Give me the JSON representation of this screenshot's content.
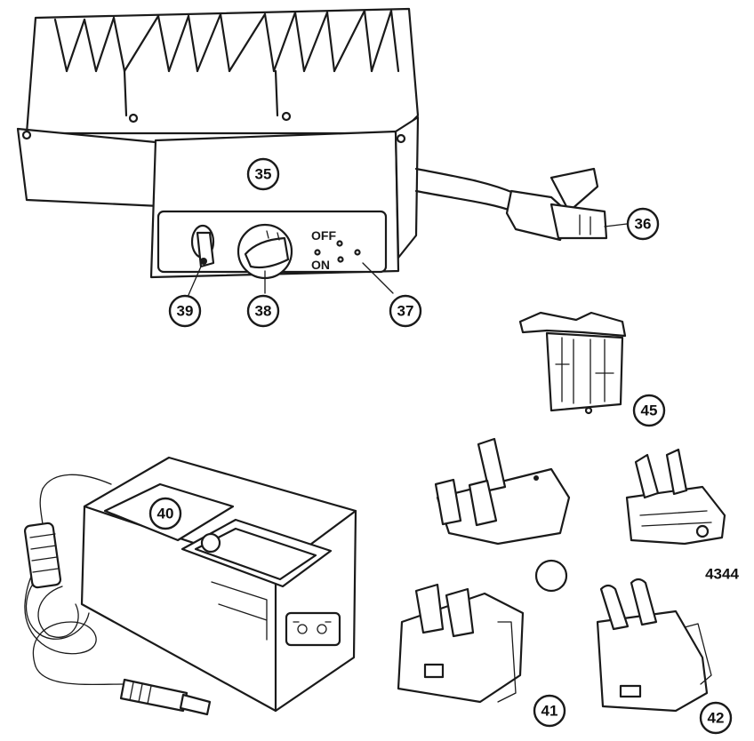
{
  "diagram": {
    "switch_labels": {
      "off": "OFF",
      "on": "ON"
    },
    "callouts": {
      "c35": "35",
      "c36": "36",
      "c37": "37",
      "c38": "38",
      "c39": "39",
      "c40": "40",
      "c41": "41",
      "c42": "42",
      "c4344": "4344",
      "c45": "45"
    },
    "colors": {
      "line": "#1a1a1a",
      "background": "#ffffff"
    }
  }
}
